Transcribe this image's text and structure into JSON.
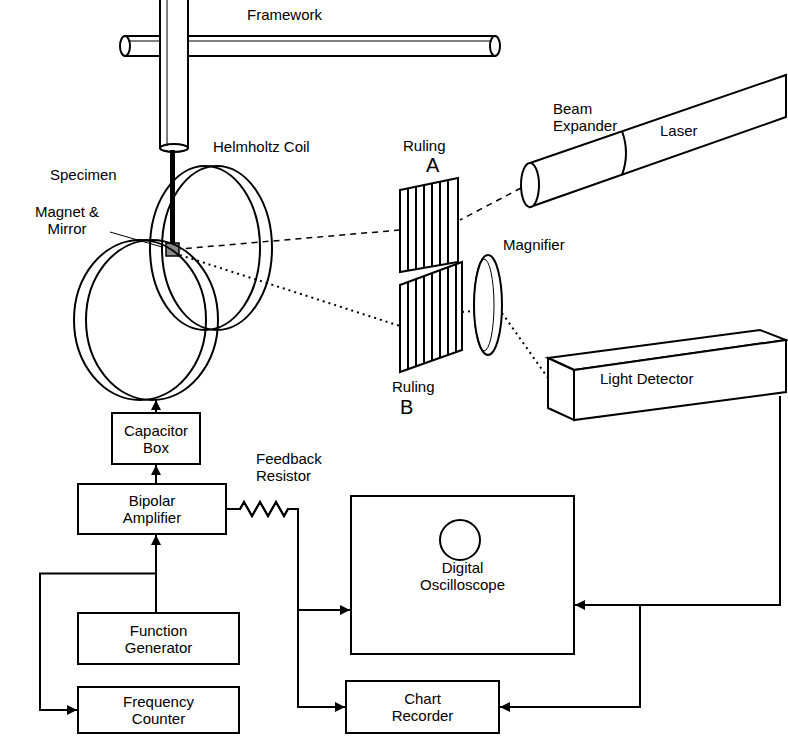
{
  "diagram": {
    "nodes": [
      {
        "text": [
          "Helmholtz Coil"
        ]
      },
      {
        "text": [
          "Light Detector"
        ]
      },
      {
        "text": [
          "Capacitor Box"
        ]
      },
      {
        "text": [
          "Bipolar Amplifier"
        ]
      },
      {
        "text": [
          "Digital Oscilloscope"
        ]
      },
      {
        "text": [
          "Function Generator"
        ]
      },
      {
        "text": [
          "Frequency Counter"
        ]
      },
      {
        "text": [
          "Chart Recorder"
        ]
      }
    ],
    "edges": [
      {
        "from": 2,
        "to": 0,
        "arrow": "to"
      },
      {
        "from": 3,
        "to": 2,
        "arrow": "to"
      },
      {
        "from": 5,
        "to": 3,
        "arrow": "to"
      },
      {
        "from": 5,
        "to": 6,
        "arrow": "to"
      },
      {
        "from": 3,
        "to": 4,
        "arrow": "to"
      },
      {
        "from": 3,
        "to": 7,
        "arrow": "to"
      },
      {
        "from": 1,
        "to": 4,
        "arrow": "to"
      },
      {
        "from": 1,
        "to": 7,
        "arrow": "to"
      }
    ],
    "labels": [
      "Framework",
      "Specimen",
      "Magnet & Mirror",
      "Ruling",
      "A",
      "Beam Expander",
      "Laser",
      "Magnifier",
      "Ruling",
      "B",
      "Feedback Resistor"
    ]
  }
}
